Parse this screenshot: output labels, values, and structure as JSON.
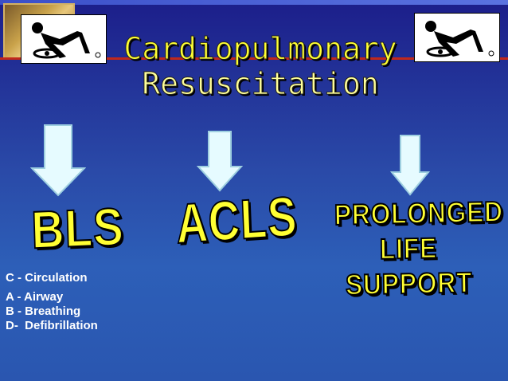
{
  "title": {
    "line1": "Cardiopulmonary",
    "line2": "Resuscitation"
  },
  "stages": [
    {
      "label": "BLS"
    },
    {
      "label": "ACLS"
    },
    {
      "label_line1": "PROLONGED",
      "label_line2": "LIFE SUPPORT"
    }
  ],
  "abc_list": [
    "C - Circulation",
    "A - Airway",
    "B - Breathing",
    "D-  Defibrillation"
  ],
  "colors": {
    "title": "#ffff33",
    "stage_text": "#ffff33",
    "arrow_fill": "#e6fbff",
    "background_top": "#1c1e8a",
    "background_bottom": "#2d5fb8",
    "divider": "#c0281c"
  },
  "icons": [
    "cpr-logo-icon",
    "down-arrow-icon"
  ]
}
